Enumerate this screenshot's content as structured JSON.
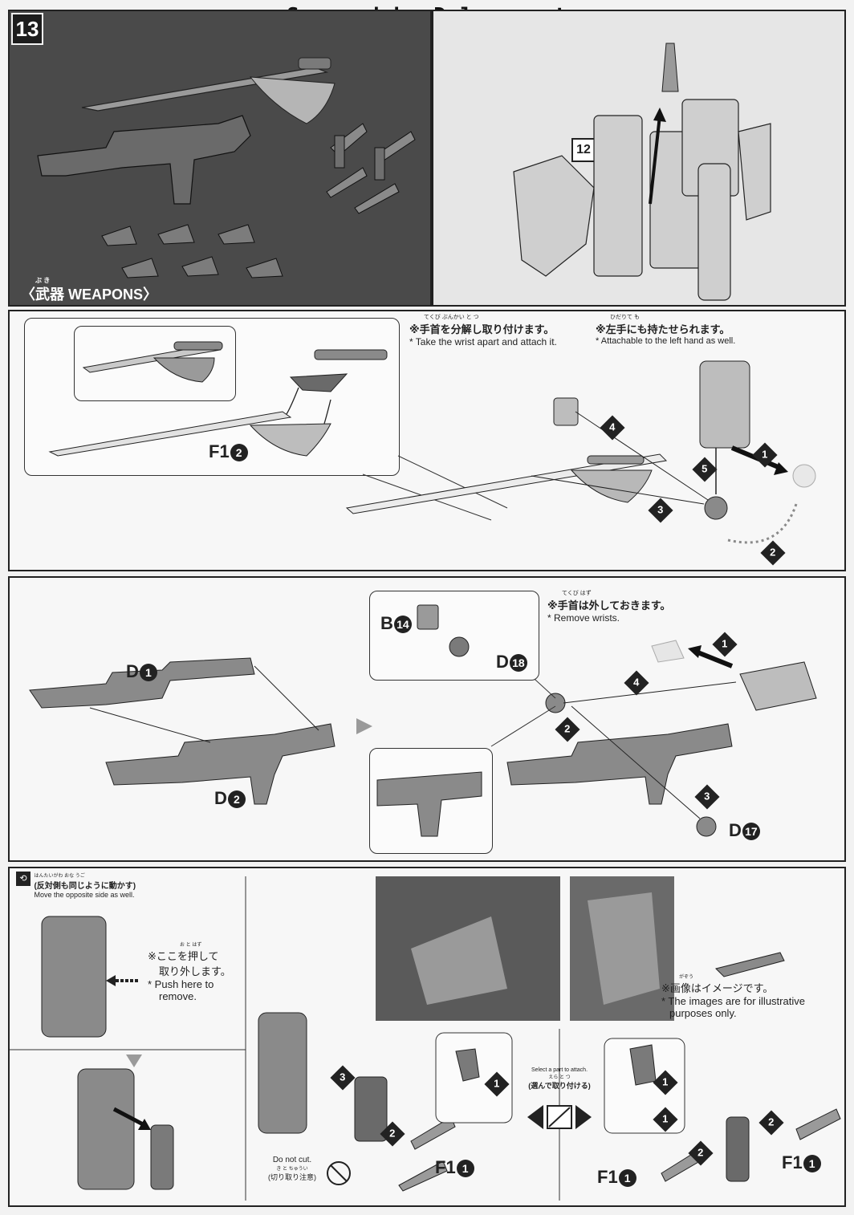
{
  "banner": "Scanned by Dalong.net",
  "step13": {
    "label": "13",
    "weapons_ruby": "ぶ き",
    "weapons_title": "〈武器 WEAPONS〉",
    "ref_step": "12"
  },
  "panel2": {
    "note1_ruby": "てくび ぶんかい と つ",
    "note1_jp": "※手首を分解し取り付けます。",
    "note1_en": "* Take the wrist apart and attach it.",
    "note2_ruby": "ひだりて も",
    "note2_jp": "※左手にも持たせられます。",
    "note2_en": "* Attachable to the left hand as well.",
    "part_label": "F1",
    "part_num": "2",
    "steps": [
      "1",
      "2",
      "3",
      "4",
      "5"
    ]
  },
  "panel3": {
    "part_d1": "D",
    "part_d1_num": "1",
    "part_d2": "D",
    "part_d2_num": "2",
    "note_ruby": "てくび はず",
    "note_jp": "※手首は外しておきます。",
    "note_en": "* Remove wrists.",
    "part_b14": "B",
    "part_b14_num": "14",
    "part_d18": "D",
    "part_d18_num": "18",
    "part_d17": "D",
    "part_d17_num": "17",
    "steps": [
      "1",
      "2",
      "3",
      "4"
    ]
  },
  "panel4": {
    "move_ruby": "はんたいがわ おな うご",
    "move_jp": "(反対側も同じように動かす)",
    "move_en": "Move the opposite side as well.",
    "push_ruby": "お と はず",
    "push_jp1": "※ここを押して",
    "push_jp2": "取り外します。",
    "push_en1": "* Push here to",
    "push_en2": "remove.",
    "image_ruby": "がぞう",
    "image_jp": "※画像はイメージです。",
    "image_en1": "* The images are for illustrative",
    "image_en2": "purposes only.",
    "select_en": "Select a part to attach.",
    "select_ruby": "えら と つ",
    "select_jp": "(選んで取り付ける)",
    "donotcut_en": "Do not cut.",
    "donotcut_ruby": "き と ちゅうい",
    "donotcut_jp": "(切り取り注意)",
    "part_f1": "F1",
    "part_f1_num": "1",
    "steps": [
      "1",
      "2",
      "3"
    ]
  }
}
